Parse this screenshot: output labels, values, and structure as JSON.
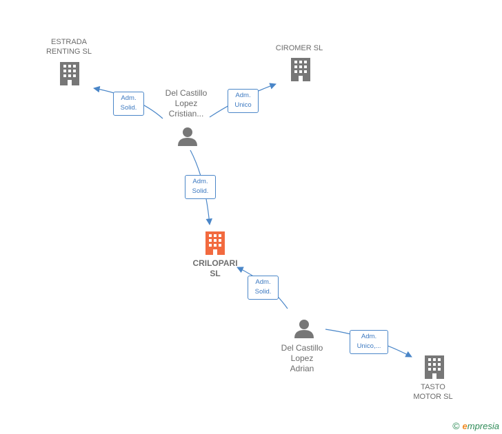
{
  "nodes": {
    "estrada_renting": {
      "label": "ESTRADA\nRENTING  SL",
      "icon": "building-icon",
      "color": "#777777"
    },
    "ciromer": {
      "label": "CIROMER  SL",
      "icon": "building-icon",
      "color": "#777777"
    },
    "crilopari": {
      "label": "CRILOPARI\nSL",
      "icon": "building-icon",
      "color": "#f26a3f"
    },
    "tasto_motor": {
      "label": "TASTO\nMOTOR  SL",
      "icon": "building-icon",
      "color": "#777777"
    },
    "person_cristian": {
      "label": "Del Castillo\nLopez\nCristian...",
      "icon": "person-icon",
      "color": "#777777"
    },
    "person_adrian": {
      "label": "Del Castillo\nLopez\nAdrian",
      "icon": "person-icon",
      "color": "#777777"
    }
  },
  "edges": {
    "cristian_to_estrada": "Adm.\nSolid.",
    "cristian_to_ciromer": "Adm.\nUnico",
    "cristian_to_crilopari": "Adm.\nSolid.",
    "adrian_to_crilopari": "Adm.\nSolid.",
    "adrian_to_tasto": "Adm.\nUnico,..."
  },
  "colors": {
    "edge": "#4a86c8",
    "icon_gray": "#777777",
    "icon_focus": "#f26a3f"
  },
  "footer": {
    "copyright_symbol": "©",
    "brand_first": "e",
    "brand_rest": "mpresia"
  }
}
